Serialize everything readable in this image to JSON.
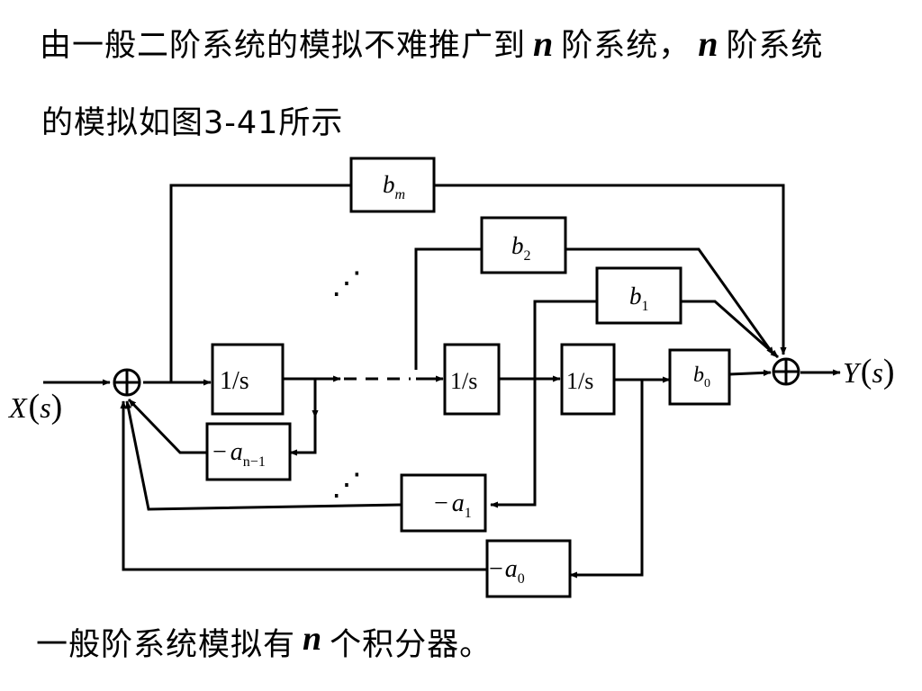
{
  "text": {
    "line1_before": "由一般二阶系统的模拟不难推广到",
    "var_n": "n",
    "line1_mid": "阶系统，",
    "line1_after": "阶系统",
    "line2": "的模拟如图3-41所示",
    "line3_before": "一般阶系统模拟有",
    "line3_after": "个积分器。"
  },
  "diagram": {
    "input": {
      "name": "X",
      "arg": "s"
    },
    "output": {
      "name": "Y",
      "arg": "s"
    },
    "integrator": "1/s",
    "ellipsis": "⋰",
    "feedforward_gains": [
      {
        "base": "b",
        "sub": "m"
      },
      {
        "base": "b",
        "sub": "2"
      },
      {
        "base": "b",
        "sub": "1"
      },
      {
        "base": "b",
        "sub": "0"
      }
    ],
    "feedback_gains": [
      {
        "minus": "−",
        "base": "a",
        "sub": "n−1"
      },
      {
        "minus": "−",
        "base": "a",
        "sub": "1"
      },
      {
        "minus": "−",
        "base": "a",
        "sub": "0"
      }
    ]
  }
}
